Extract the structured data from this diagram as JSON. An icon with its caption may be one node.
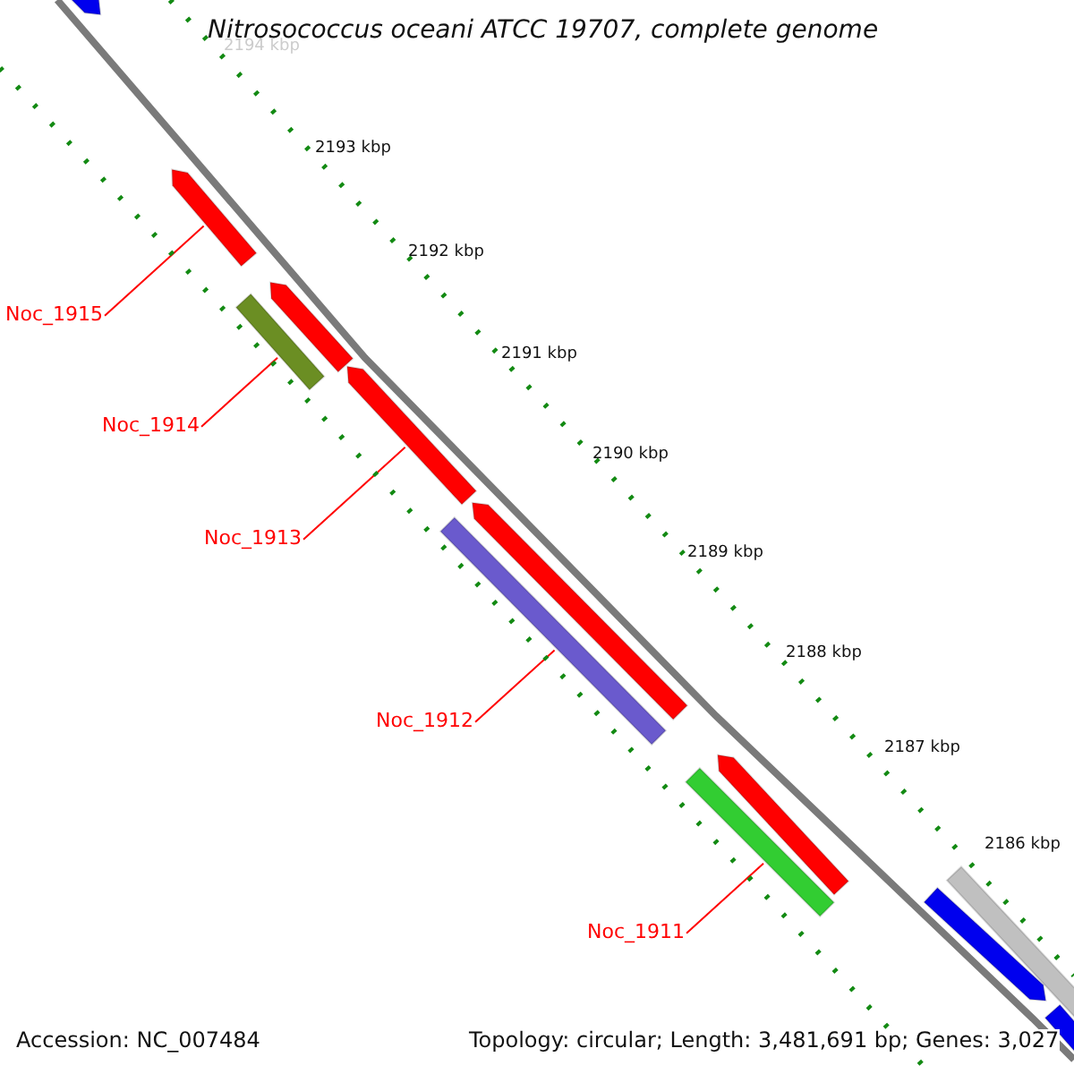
{
  "diagram": {
    "title": "Nitrosococcus oceani ATCC 19707, complete genome",
    "nodes": [
      {
        "text": [
          "Noc_1915"
        ]
      },
      {
        "text": [
          "Noc_1914"
        ]
      },
      {
        "text": [
          "Noc_1913"
        ]
      },
      {
        "text": [
          "Noc_1912"
        ]
      },
      {
        "text": [
          "Noc_1911"
        ]
      },
      {
        "text": [],
        "shape": "arrow"
      },
      {
        "text": [],
        "shape": "arrow"
      },
      {
        "text": [],
        "shape": "bar"
      },
      {
        "text": [],
        "shape": "arrow"
      },
      {
        "text": [],
        "shape": "arrow"
      },
      {
        "text": [],
        "shape": "bar"
      },
      {
        "text": [],
        "shape": "arrow"
      },
      {
        "text": [],
        "shape": "bar"
      },
      {
        "text": [],
        "shape": "arrow"
      },
      {
        "text": [],
        "shape": "bar"
      },
      {
        "text": [],
        "shape": "arrow"
      },
      {
        "text": [],
        "shape": "bar"
      }
    ],
    "edges": [
      {
        "from": 0,
        "to": 6,
        "arrow": "none"
      },
      {
        "from": 1,
        "to": 7,
        "arrow": "none"
      },
      {
        "from": 2,
        "to": 9,
        "arrow": "none"
      },
      {
        "from": 3,
        "to": 10,
        "arrow": "none"
      },
      {
        "from": 4,
        "to": 12,
        "arrow": "none"
      }
    ],
    "labels": [
      "2194 kbp",
      "2193 kbp",
      "2192 kbp",
      "2191 kbp",
      "2190 kbp",
      "2189 kbp",
      "2188 kbp",
      "2187 kbp",
      "2186 kbp",
      "Accession: NC_007484",
      "Topology: circular; Length: 3,481,691 bp; Genes: 3,027"
    ]
  }
}
